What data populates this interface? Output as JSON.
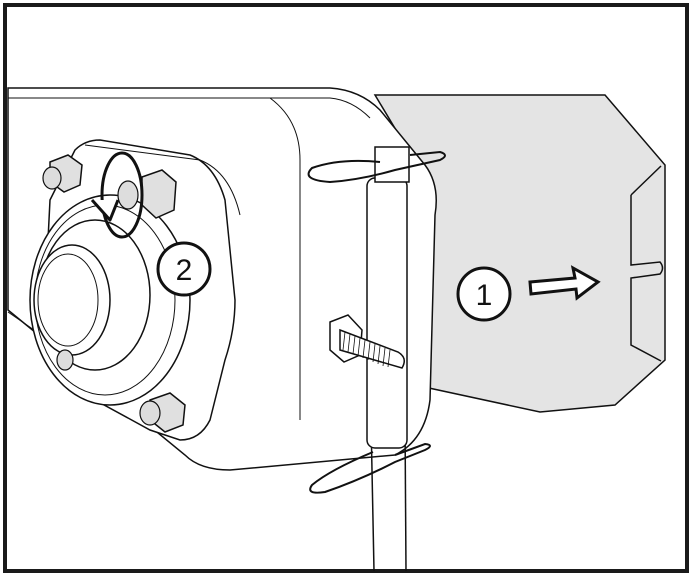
{
  "figure": {
    "description": "Technical illustration of a bearing housing with a sliding shield/guard plate and clip pins",
    "callouts": [
      {
        "id": "1",
        "label": "1",
        "meaning": "slide plate in direction of arrow"
      },
      {
        "id": "2",
        "label": "2",
        "meaning": "rotate / loosen nut"
      }
    ],
    "colors": {
      "border": "#1a1a1a",
      "line": "#111111",
      "panel_fill": "#e4e4e4",
      "nut_fill": "#e0e0e0",
      "background": "#ffffff"
    }
  }
}
